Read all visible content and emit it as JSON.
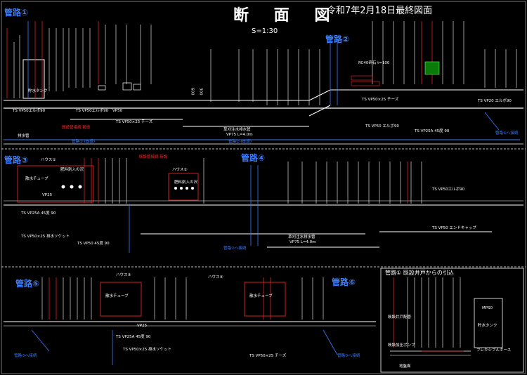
{
  "title": "断 面 図",
  "scale": "S=1:30",
  "date_note": "令和7年2月18日最終図面",
  "sections": {
    "s1": "管路①",
    "s2": "管路②",
    "s3": "管路③",
    "s4": "管路④",
    "s5": "管路⑤",
    "s6": "管路⑥",
    "s7": "管路① 既設井戸からの引込"
  },
  "labels": {
    "tank": "貯水タンク",
    "vp50_a": "TS VP50エルボ90",
    "vp50_b": "VP50",
    "vp50_c": "TS VP50×25 チーズ",
    "vp50_d": "TS VP50エルボ90",
    "drain1": "草刈注水排水管",
    "drain1b": "VP75 L=4.0m",
    "pipe1_len": "管路① (既設)",
    "pipe2_len": "管路② (既設)",
    "red_note": "既設管接続 新設",
    "house1": "ハウス①",
    "house2": "ハウス②",
    "house3": "ハウス③",
    "house4": "ハウス④",
    "feed1": "肥料剤入の沢",
    "feed2": "肥料剤入の沢",
    "drip1": "散水チューブ",
    "vp25": "VP25",
    "vp25_b": "TS VP25A 45度 90",
    "vp50_e": "TS VP50×25 排水ソケット",
    "vp50_f": "TS VP50 45度 90",
    "vp50_g": "TS VP50 エンドキャップ",
    "drain2": "草刈注水排水管",
    "drain2b": "VP75 L=4.0m",
    "to_pipe": "管路②へ接続",
    "to_pipe2": "管路③へ接続",
    "to_pipe3": "管路①へ接続",
    "vp50_h": "TS VP50エルボ90",
    "well": "既設井戸配管",
    "pump": "既設加圧ポンプ",
    "pipe_dn": "排水管",
    "depth": "600",
    "depth2": "300",
    "mps": "MPS0",
    "vp40": "RC40砕石 t=100",
    "vp50_i": "TS VP50 エルボ90",
    "vp50_j": "TS VP50×25 チーズ",
    "vp50_k": "TS VP25A 45度 90",
    "vp20": "TS VP20 エルボ90",
    "hose": "フレキシブルホース",
    "ground": "地盤面",
    "pipe_dn2": "排水"
  }
}
